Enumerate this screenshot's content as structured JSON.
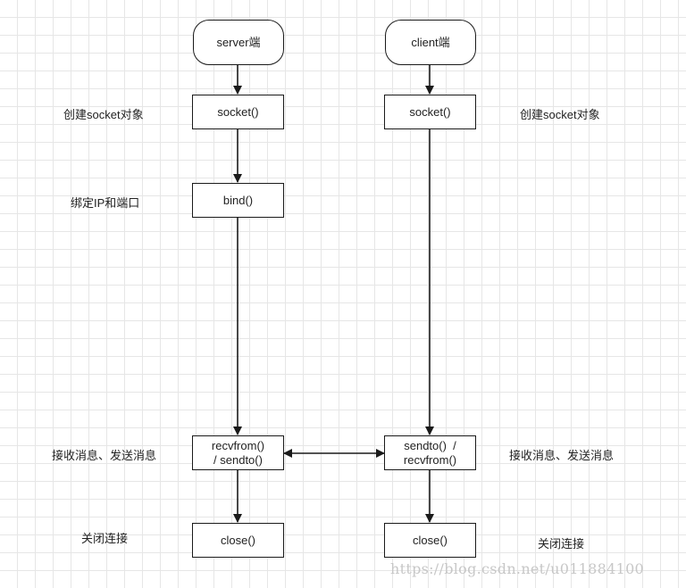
{
  "nodes": {
    "server_start": "server端",
    "client_start": "client端",
    "server_socket": "socket()",
    "client_socket": "socket()",
    "server_bind": "bind()",
    "server_recv_line1": "recvfrom()",
    "server_recv_line2": "/ sendto()",
    "client_send_line1": "sendto()  /",
    "client_send_line2": "recvfrom()",
    "server_close": "close()",
    "client_close": "close()"
  },
  "notes": {
    "server_create_socket": "创建socket对象",
    "client_create_socket": "创建socket对象",
    "bind_ip_port": "绑定IP和端口",
    "server_send_recv": "接收消息、发送消息",
    "client_send_recv": "接收消息、发送消息",
    "server_close_conn": "关闭连接",
    "client_close_conn": "关闭连接"
  },
  "watermark": "https://blog.csdn.net/u011884100"
}
